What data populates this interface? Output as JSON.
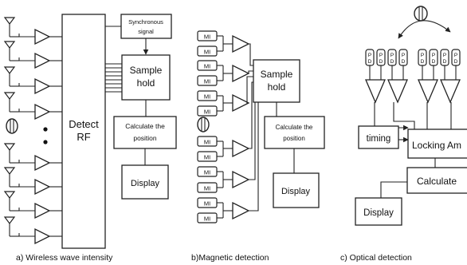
{
  "colors": {
    "ink": "#222222",
    "background": "#ffffff"
  },
  "panel_a": {
    "sync_label_1": "Synchronous",
    "sync_label_2": "signal",
    "detect_label_1": "Detect",
    "detect_label_2": "RF",
    "sample_label_1": "Sample",
    "sample_label_2": "hold",
    "calc_label_1": "Calculate the",
    "calc_label_2": "position",
    "display_label": "Display",
    "caption": "a)  Wireless wave intensity"
  },
  "panel_b": {
    "mi_labels": [
      "MI",
      "MI",
      "MI",
      "MI",
      "MI",
      "MI",
      "MI",
      "MI",
      "MI",
      "MI",
      "MI",
      "MI"
    ],
    "sample_label_1": "Sample",
    "sample_label_2": "hold",
    "calc_label_1": "Calculate the",
    "calc_label_2": "position",
    "display_label": "Display",
    "caption": "b)Magnetic detection"
  },
  "panel_c": {
    "pd_labels": [
      "P D",
      "P D",
      "P D",
      "P D",
      "P D",
      "P D",
      "P D",
      "P D"
    ],
    "timing_label": "timing",
    "locking_label": "Locking Am",
    "calculate_label": "Calculate",
    "display_label": "Display",
    "caption": "c) Optical detection"
  },
  "icons": [
    "antenna-icon",
    "capsule-icon",
    "amplifier-icon",
    "curved-arrow-icon"
  ]
}
